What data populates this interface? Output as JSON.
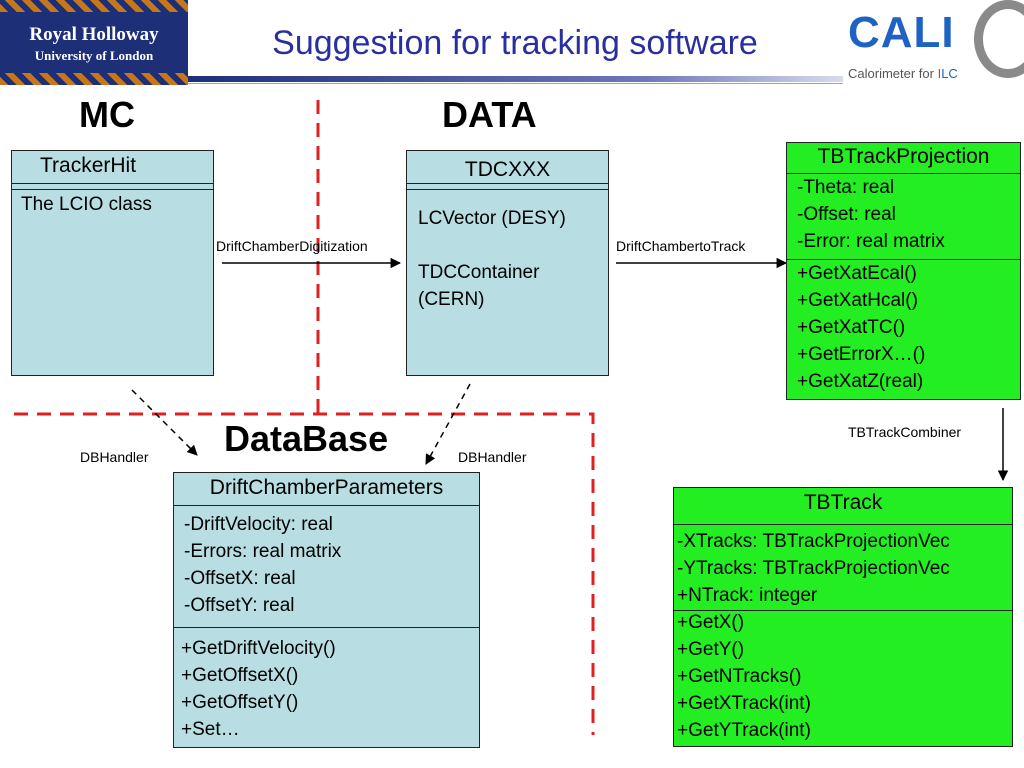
{
  "header": {
    "logo_left": {
      "line1": "Royal Holloway",
      "line2": "University of London"
    },
    "title": "Suggestion for tracking software",
    "logo_right": {
      "word": "CALI",
      "sub_prefix": "Calorimeter for ",
      "sub_i": "I",
      "sub_lc": "LC"
    }
  },
  "headings": {
    "mc": "MC",
    "data": "DATA",
    "database": "DataBase"
  },
  "boxes": {
    "trackerhit": {
      "title": "TrackerHit",
      "lines": [
        "The LCIO class"
      ]
    },
    "tdc": {
      "title": "TDCXXX",
      "lines": [
        "LCVector (DESY)",
        "TDCContainer",
        "(CERN)"
      ]
    },
    "projection": {
      "title": "TBTrackProjection",
      "attributes": [
        "-Theta: real",
        "-Offset: real",
        "-Error: real matrix"
      ],
      "methods": [
        "+GetXatEcal()",
        "+GetXatHcal()",
        "+GetXatTC()",
        "+GetErrorX…()",
        "+GetXatZ(real)"
      ]
    },
    "params": {
      "title": "DriftChamberParameters",
      "attributes": [
        "-DriftVelocity: real",
        "-Errors: real matrix",
        "-OffsetX: real",
        "-OffsetY: real"
      ],
      "methods": [
        "+GetDriftVelocity()",
        "+GetOffsetX()",
        "+GetOffsetY()",
        "+Set…"
      ]
    },
    "track": {
      "title": "TBTrack",
      "attributes": [
        "-XTracks: TBTrackProjectionVec",
        "-YTracks: TBTrackProjectionVec",
        "+NTrack: integer"
      ],
      "methods": [
        "+GetX()",
        "+GetY()",
        "+GetNTracks()",
        "+GetXTrack(int)",
        "+GetYTrack(int)"
      ]
    }
  },
  "labels": {
    "digitization": "DriftChamberDigitization",
    "totrack": "DriftChambertoTrack",
    "combiner": "TBTrackCombiner",
    "dbhandler_left": "DBHandler",
    "dbhandler_right": "DBHandler"
  },
  "colors": {
    "title": "#2a2fa0",
    "blue_box": "#b8dde2",
    "green_box": "#22ee22",
    "dashed_red": "#e02020"
  }
}
